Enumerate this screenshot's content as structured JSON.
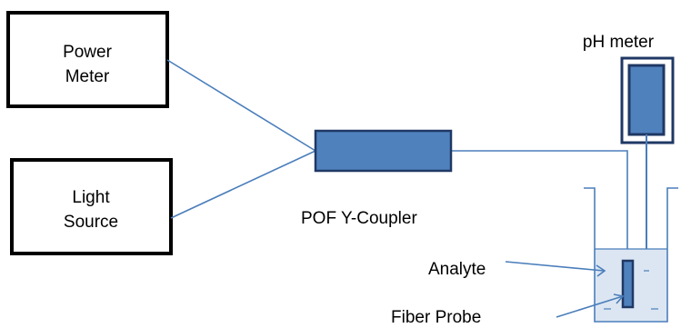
{
  "boxes": {
    "power_meter": [
      "Power",
      "Meter"
    ],
    "light_source": [
      "Light",
      "Source"
    ]
  },
  "labels": {
    "coupler": "POF Y-Coupler",
    "ph_meter": "pH meter",
    "analyte": "Analyte",
    "fiber_probe": "Fiber Probe"
  },
  "colors": {
    "box_border": "#000000",
    "fiber_line": "#4a7ebb",
    "component_fill": "#4f81bd",
    "component_border": "#1f3864",
    "beaker_outline": "#4a7ebb",
    "liquid_fill": "#dce6f2"
  }
}
